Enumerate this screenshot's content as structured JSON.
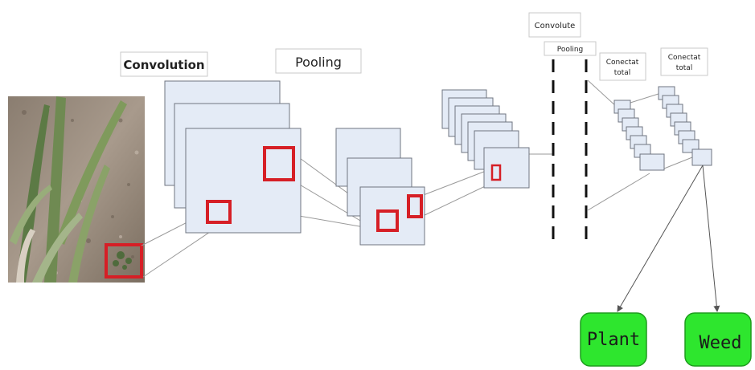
{
  "labels": {
    "convolution": "Convolution",
    "pooling": "Pooling",
    "convolute": "Convolute",
    "pooling_small": "Pooling",
    "fc1_line1": "Conectat",
    "fc1_line2": "total",
    "fc2_line1": "Conectat",
    "fc2_line2": "total"
  },
  "outputs": {
    "plant": "Plant",
    "weed": "Weed"
  },
  "colors": {
    "feature_map_fill": "#e4ebf6",
    "highlight": "#d61f26",
    "output_fill": "#2ee62e"
  }
}
